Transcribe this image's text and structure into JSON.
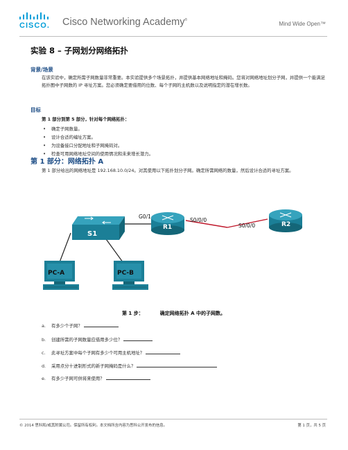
{
  "header": {
    "logo_word": "CISCO.",
    "academy": "Cisco Networking Academy",
    "academy_mark": "®",
    "tagline": "Mind Wide Open™"
  },
  "title": "实验 8 – 子网划分网络拓扑",
  "background": {
    "heading": "背景/场景",
    "text": "在该实验中，确定所需子网数量非常重要。本实验提供多个场景拓扑，并提供基本网络地址和掩码。您将对网络地址划分子网，并提供一个能满足拓扑图中子网数的 IP 寻址方案。您必须确定要借用的位数、每个子网的主机数以及说明指定的潜在增长数。"
  },
  "objectives": {
    "heading": "目标",
    "subheading": "第 1 部分到第 5 部分，针对每个网络拓扑：",
    "items": [
      "确定子网数量。",
      "设计合适的编址方案。",
      "为设备接口分配地址和子网掩码对。",
      "检查可用网络地址空间的使用情况和未来增长潜力。"
    ]
  },
  "part1": {
    "heading": "第 1 部分：网络拓扑 A",
    "text": "第 1 部分给出的网络地址是 192.168.10.0/24。对其使用以下拓扑划分子网。确定所需网络的数量，然后设计合适的寻址方案。"
  },
  "topology": {
    "s1": "S1",
    "r1": "R1",
    "r2": "R2",
    "pca": "PC-A",
    "pcb": "PC-B",
    "g01": "G0/1",
    "s000_r1": "S0/0/0",
    "s000_r2": "S0/0/0",
    "device_color": "#1b7f97",
    "link_color": "#c0192c"
  },
  "step1": {
    "label": "第 1 步：",
    "text": "确定网络拓扑 A 中的子网数。"
  },
  "questions": [
    {
      "n": "a.",
      "text": "有多少个子网？"
    },
    {
      "n": "b.",
      "text": "创建所需的子网数量应借用多少位？"
    },
    {
      "n": "c.",
      "text": "此寻址方案中每个子网有多少个可用主机地址？"
    },
    {
      "n": "d.",
      "text": "采用点分十进制形式的新子网掩码是什么？"
    },
    {
      "n": "e.",
      "text": "有多少子网可供将来使用？"
    }
  ],
  "footer": {
    "left": "© 2014 思科和/或其附属公司。保留所有权利。本文档所含内容为思科公开发布的信息。",
    "right": "第 1 页，共 5 页"
  }
}
